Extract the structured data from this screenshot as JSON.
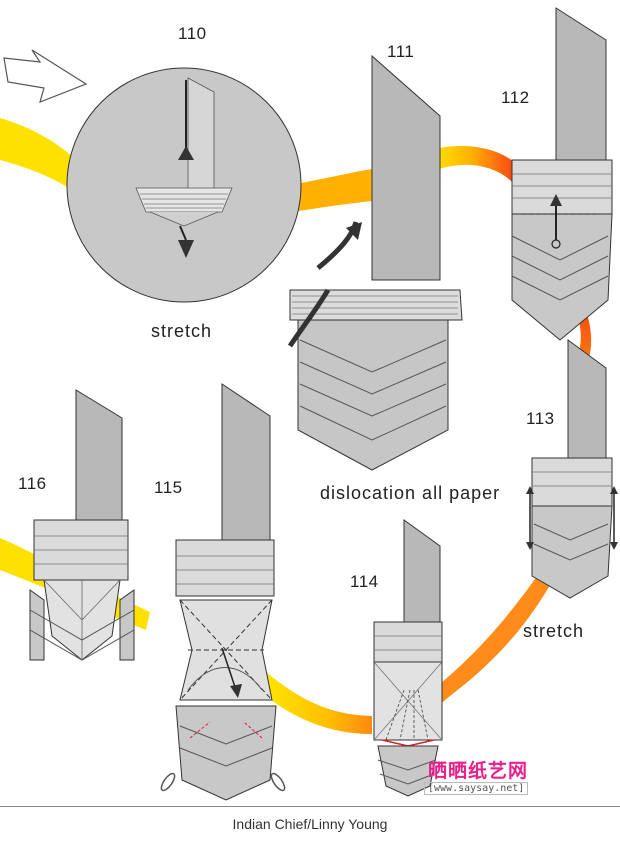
{
  "steps": {
    "s110": "110",
    "s111": "111",
    "s112": "112",
    "s113": "113",
    "s114": "114",
    "s115": "115",
    "s116": "116"
  },
  "captions": {
    "stretch_1": "stretch",
    "dislocation": "dislocation all paper",
    "stretch_2": "stretch"
  },
  "footer": {
    "credit": "Indian Chief/Linny Young"
  },
  "watermark": {
    "brand": "晒晒纸艺网",
    "url": "[www.saysay.net]"
  },
  "colors": {
    "yellow": "#ffe100",
    "orange": "#ff8a1a",
    "red": "#f0401a",
    "paper": "#c9c9c9",
    "paper_dark": "#a9a9a9",
    "ink": "#222222"
  }
}
